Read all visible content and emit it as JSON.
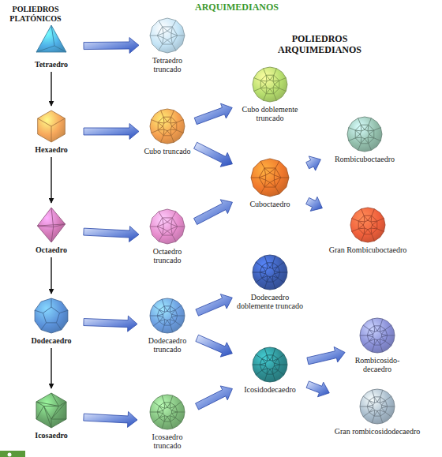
{
  "diagram": {
    "nodes": [
      {
        "text": [
          "Tetraedro"
        ]
      },
      {
        "text": [
          "Tetraedro truncado"
        ]
      },
      {
        "text": [
          "Cubo doblemente truncado"
        ]
      },
      {
        "text": [
          "Hexaedro"
        ]
      },
      {
        "text": [
          "Cubo truncado"
        ]
      },
      {
        "text": [
          "Rombicuboctaedro"
        ]
      },
      {
        "text": [
          "Cuboctaedro"
        ]
      },
      {
        "text": [
          "Octaedro"
        ]
      },
      {
        "text": [
          "Octaedro truncado"
        ]
      },
      {
        "text": [
          "Gran Rombicuboctaedro"
        ]
      },
      {
        "text": [
          "Dodecaedro doblemente truncado"
        ]
      },
      {
        "text": [
          "Dodecaedro"
        ]
      },
      {
        "text": [
          "Dodecaedro truncado"
        ]
      },
      {
        "text": [
          "Rombicosido- decaedro"
        ]
      },
      {
        "text": [
          "Icosidodecaedro"
        ]
      },
      {
        "text": [
          "Icosaedro"
        ]
      },
      {
        "text": [
          "Icosaedro truncado"
        ]
      },
      {
        "text": [
          "Gran rombicosidodecaedro"
        ]
      }
    ],
    "edges": [
      {
        "from": 0,
        "to": 3,
        "arrow": "to"
      },
      {
        "from": 3,
        "to": 7,
        "arrow": "to"
      },
      {
        "from": 7,
        "to": 11,
        "arrow": "to"
      },
      {
        "from": 11,
        "to": 15,
        "arrow": "to"
      },
      {
        "from": 0,
        "to": 1,
        "arrow": "to"
      },
      {
        "from": 3,
        "to": 4,
        "arrow": "to"
      },
      {
        "from": 7,
        "to": 8,
        "arrow": "to"
      },
      {
        "from": 11,
        "to": 12,
        "arrow": "to"
      },
      {
        "from": 15,
        "to": 16,
        "arrow": "to"
      },
      {
        "from": 4,
        "to": 2,
        "arrow": "to"
      },
      {
        "from": 4,
        "to": 6,
        "arrow": "to"
      },
      {
        "from": 8,
        "to": 6,
        "arrow": "to"
      },
      {
        "from": 6,
        "to": 5,
        "arrow": "to"
      },
      {
        "from": 6,
        "to": 9,
        "arrow": "to"
      },
      {
        "from": 12,
        "to": 10,
        "arrow": "to"
      },
      {
        "from": 12,
        "to": 14,
        "arrow": "to"
      },
      {
        "from": 16,
        "to": 14,
        "arrow": "to"
      },
      {
        "from": 14,
        "to": 13,
        "arrow": "to"
      },
      {
        "from": 14,
        "to": 17,
        "arrow": "to"
      }
    ],
    "labels": [
      "POLIEDROS PLATÓNICOS",
      "ARQUIMEDIANOS",
      "POLIEDROS ARQUIMEDIANOS"
    ]
  }
}
